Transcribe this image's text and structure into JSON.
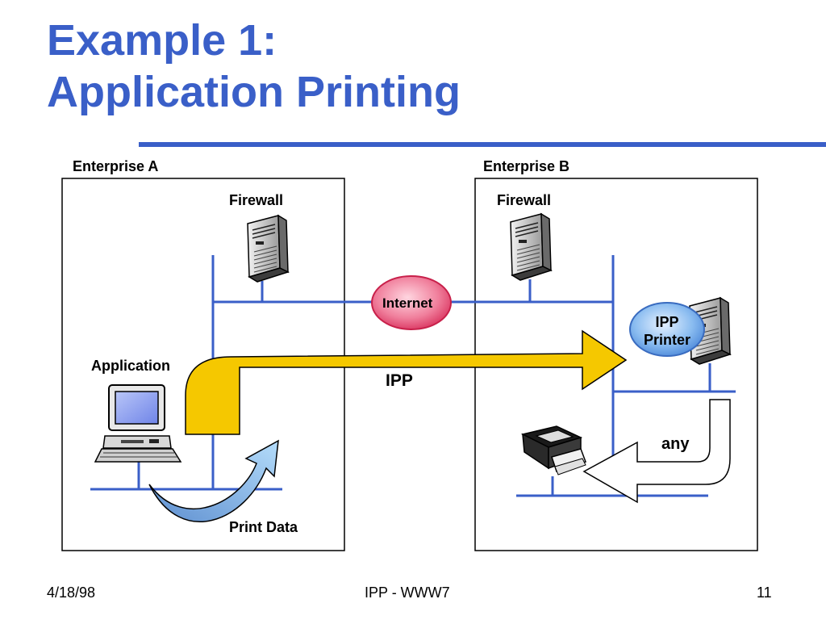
{
  "slide": {
    "title_line1": "Example 1:",
    "title_line2": "Application Printing"
  },
  "diagram": {
    "enterprise_a": "Enterprise A",
    "enterprise_b": "Enterprise B",
    "firewall_a": "Firewall",
    "firewall_b": "Firewall",
    "internet": "Internet",
    "ipp_printer_line1": "IPP",
    "ipp_printer_line2": "Printer",
    "application": "Application",
    "ipp": "IPP",
    "any": "any",
    "print_data": "Print Data"
  },
  "footer": {
    "date": "4/18/98",
    "center": "IPP - WWW7",
    "page": "11"
  },
  "colors": {
    "title": "#3a5fc8",
    "network_line": "#3a5fc8",
    "ipp_arrow": "#f5c800",
    "print_data_arrow": "#8cc0ec",
    "internet_fill": "#ee6a8a",
    "ipp_printer_fill": "#7ab0ea"
  }
}
